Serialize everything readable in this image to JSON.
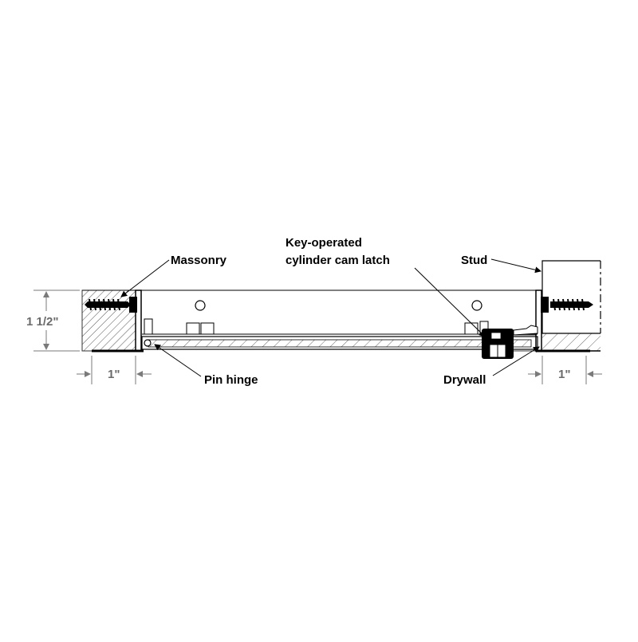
{
  "labels": {
    "massonry": "Massonry",
    "latch_line1": "Key-operated",
    "latch_line2": "cylinder cam latch",
    "stud": "Stud",
    "pin_hinge": "Pin hinge",
    "drywall": "Drywall"
  },
  "dimensions": {
    "depth": "1 1/2\"",
    "left_flange": "1\"",
    "right_flange": "1\""
  },
  "colors": {
    "line": "#000000",
    "dimension": "#6b6b6b",
    "background": "#ffffff"
  }
}
